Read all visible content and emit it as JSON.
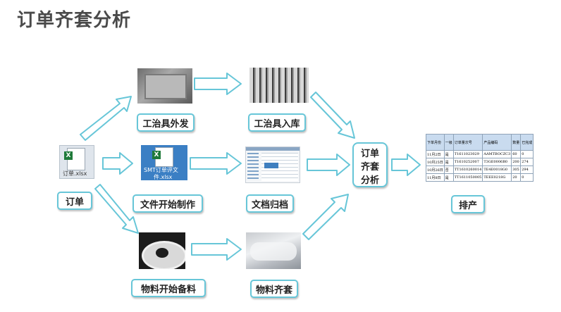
{
  "page": {
    "title": "订单齐套分析"
  },
  "nodes": {
    "order": {
      "label": "订单",
      "file_name": "订单.xlsx",
      "icon": "excel-file-icon"
    },
    "tooling_out": {
      "label": "工治具外发",
      "image": "tooling-plate-photo"
    },
    "tooling_in": {
      "label": "工治具入库",
      "image": "tooling-rack-photo"
    },
    "doc_make": {
      "label": "文件开始制作",
      "file_name_line1": "SMT订单评文",
      "file_name_line2": "件.xlsx",
      "icon": "excel-file-icon"
    },
    "doc_archive": {
      "label": "文档归档",
      "image": "document-screenshot"
    },
    "material_prep": {
      "label": "物料开始备料",
      "image": "reel-material-photo"
    },
    "material_kit": {
      "label": "物料齐套",
      "image": "material-bags-photo"
    },
    "hub": {
      "line1": "订单",
      "line2": "齐套",
      "line3": "分析"
    },
    "schedule": {
      "label": "排产"
    }
  },
  "schedule_table": {
    "headers": [
      "下单月份",
      "一级",
      "订单量次号",
      "产品编码",
      "数量",
      "已完成"
    ],
    "rows": [
      [
        "11月2日",
        "是",
        "T1611023029",
        "AAMTBOCZC3",
        "60",
        "0"
      ],
      [
        "10月25日",
        "是",
        "T1610252007",
        "T3GE0006B0",
        "200",
        "274"
      ],
      [
        "10月26日",
        "否",
        "TT1610260014",
        "TE4E0018G0",
        "305",
        "294"
      ],
      [
        "11月8日",
        "是",
        "TT1611050005",
        "TEEE0218G",
        "20",
        "0"
      ]
    ]
  },
  "colors": {
    "arrow_fill": "#ffffff",
    "arrow_stroke": "#67c6d8",
    "label_border": "#67c6d8"
  }
}
